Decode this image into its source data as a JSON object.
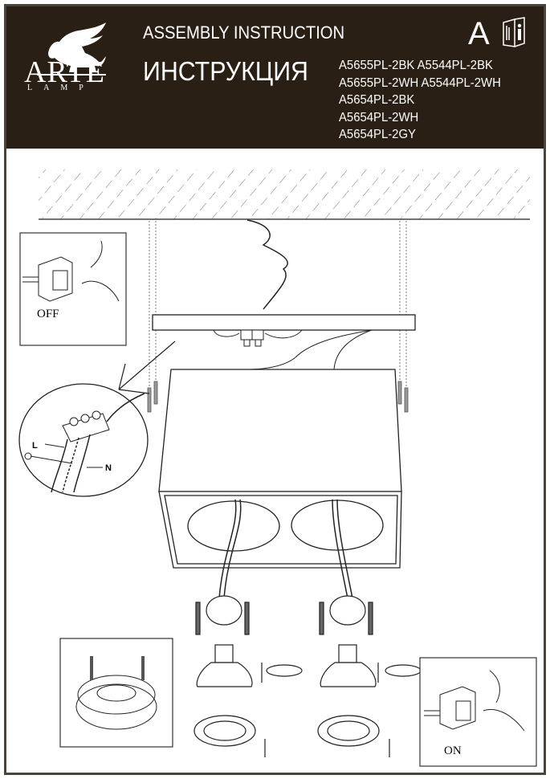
{
  "header": {
    "brand": "ARTE",
    "brand_sub": "LAMP",
    "title_en": "ASSEMBLY  INSTRUCTION",
    "title_ru": "ИНСТРУКЦИЯ",
    "language_letter": "A",
    "info_icon": "manual-info-icon",
    "models": [
      "A5655PL-2BK  A5544PL-2BK",
      "A5655PL-2WH A5544PL-2WH",
      "A5654PL-2BK",
      "A5654PL-2WH",
      "A5654PL-2GY"
    ]
  },
  "diagram": {
    "switch_off_label": "OFF",
    "switch_on_label": "ON",
    "wire_labels": {
      "live": "L",
      "neutral": "N",
      "ground": "ground-symbol"
    }
  },
  "colors": {
    "header_bg": "#2a1f14",
    "frame": "#4a4538",
    "line": "#222222"
  }
}
